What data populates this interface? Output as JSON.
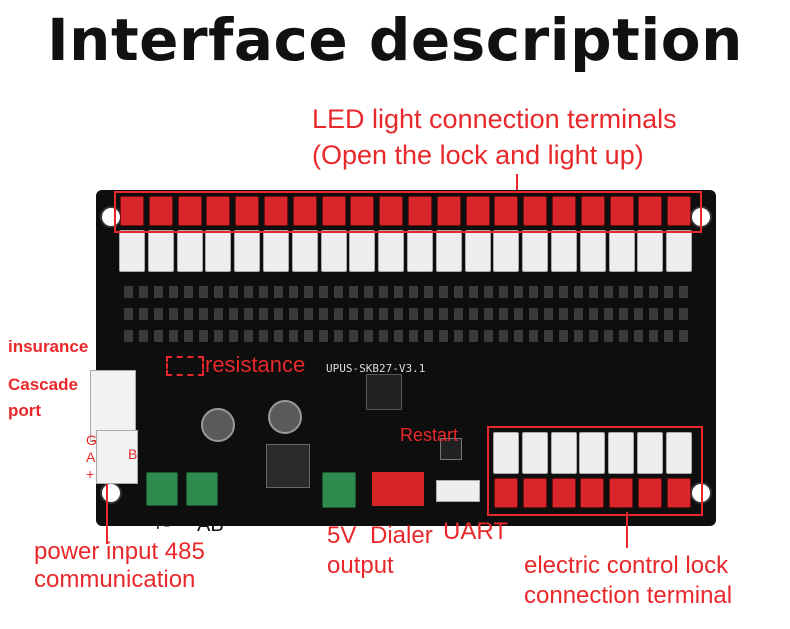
{
  "title": "Interface description",
  "labels": {
    "led_line1": "LED light connection terminals",
    "led_line2": "(Open the lock and light up)",
    "insurance": "insurance",
    "cascade_line1": "Cascade",
    "cascade_line2": "port",
    "resistance": "resistance",
    "restart": "Restart",
    "g": "G",
    "a": "A",
    "plus": "+",
    "b": "B",
    "plus_minus": "+-",
    "ab": "AB",
    "power_line1": "power input 485",
    "power_line2": "communication",
    "five_v": "5V",
    "output": "output",
    "dialer": "Dialer",
    "uart": "UART",
    "ecl_line1": "electric control lock",
    "ecl_line2": "connection terminal",
    "board_name": "UPUS-SKB27-V3.1"
  },
  "colors": {
    "accent": "#e8282a",
    "board": "#0e0e0e",
    "connector_red": "#d8262a",
    "terminal_green": "#2f8a4e"
  }
}
